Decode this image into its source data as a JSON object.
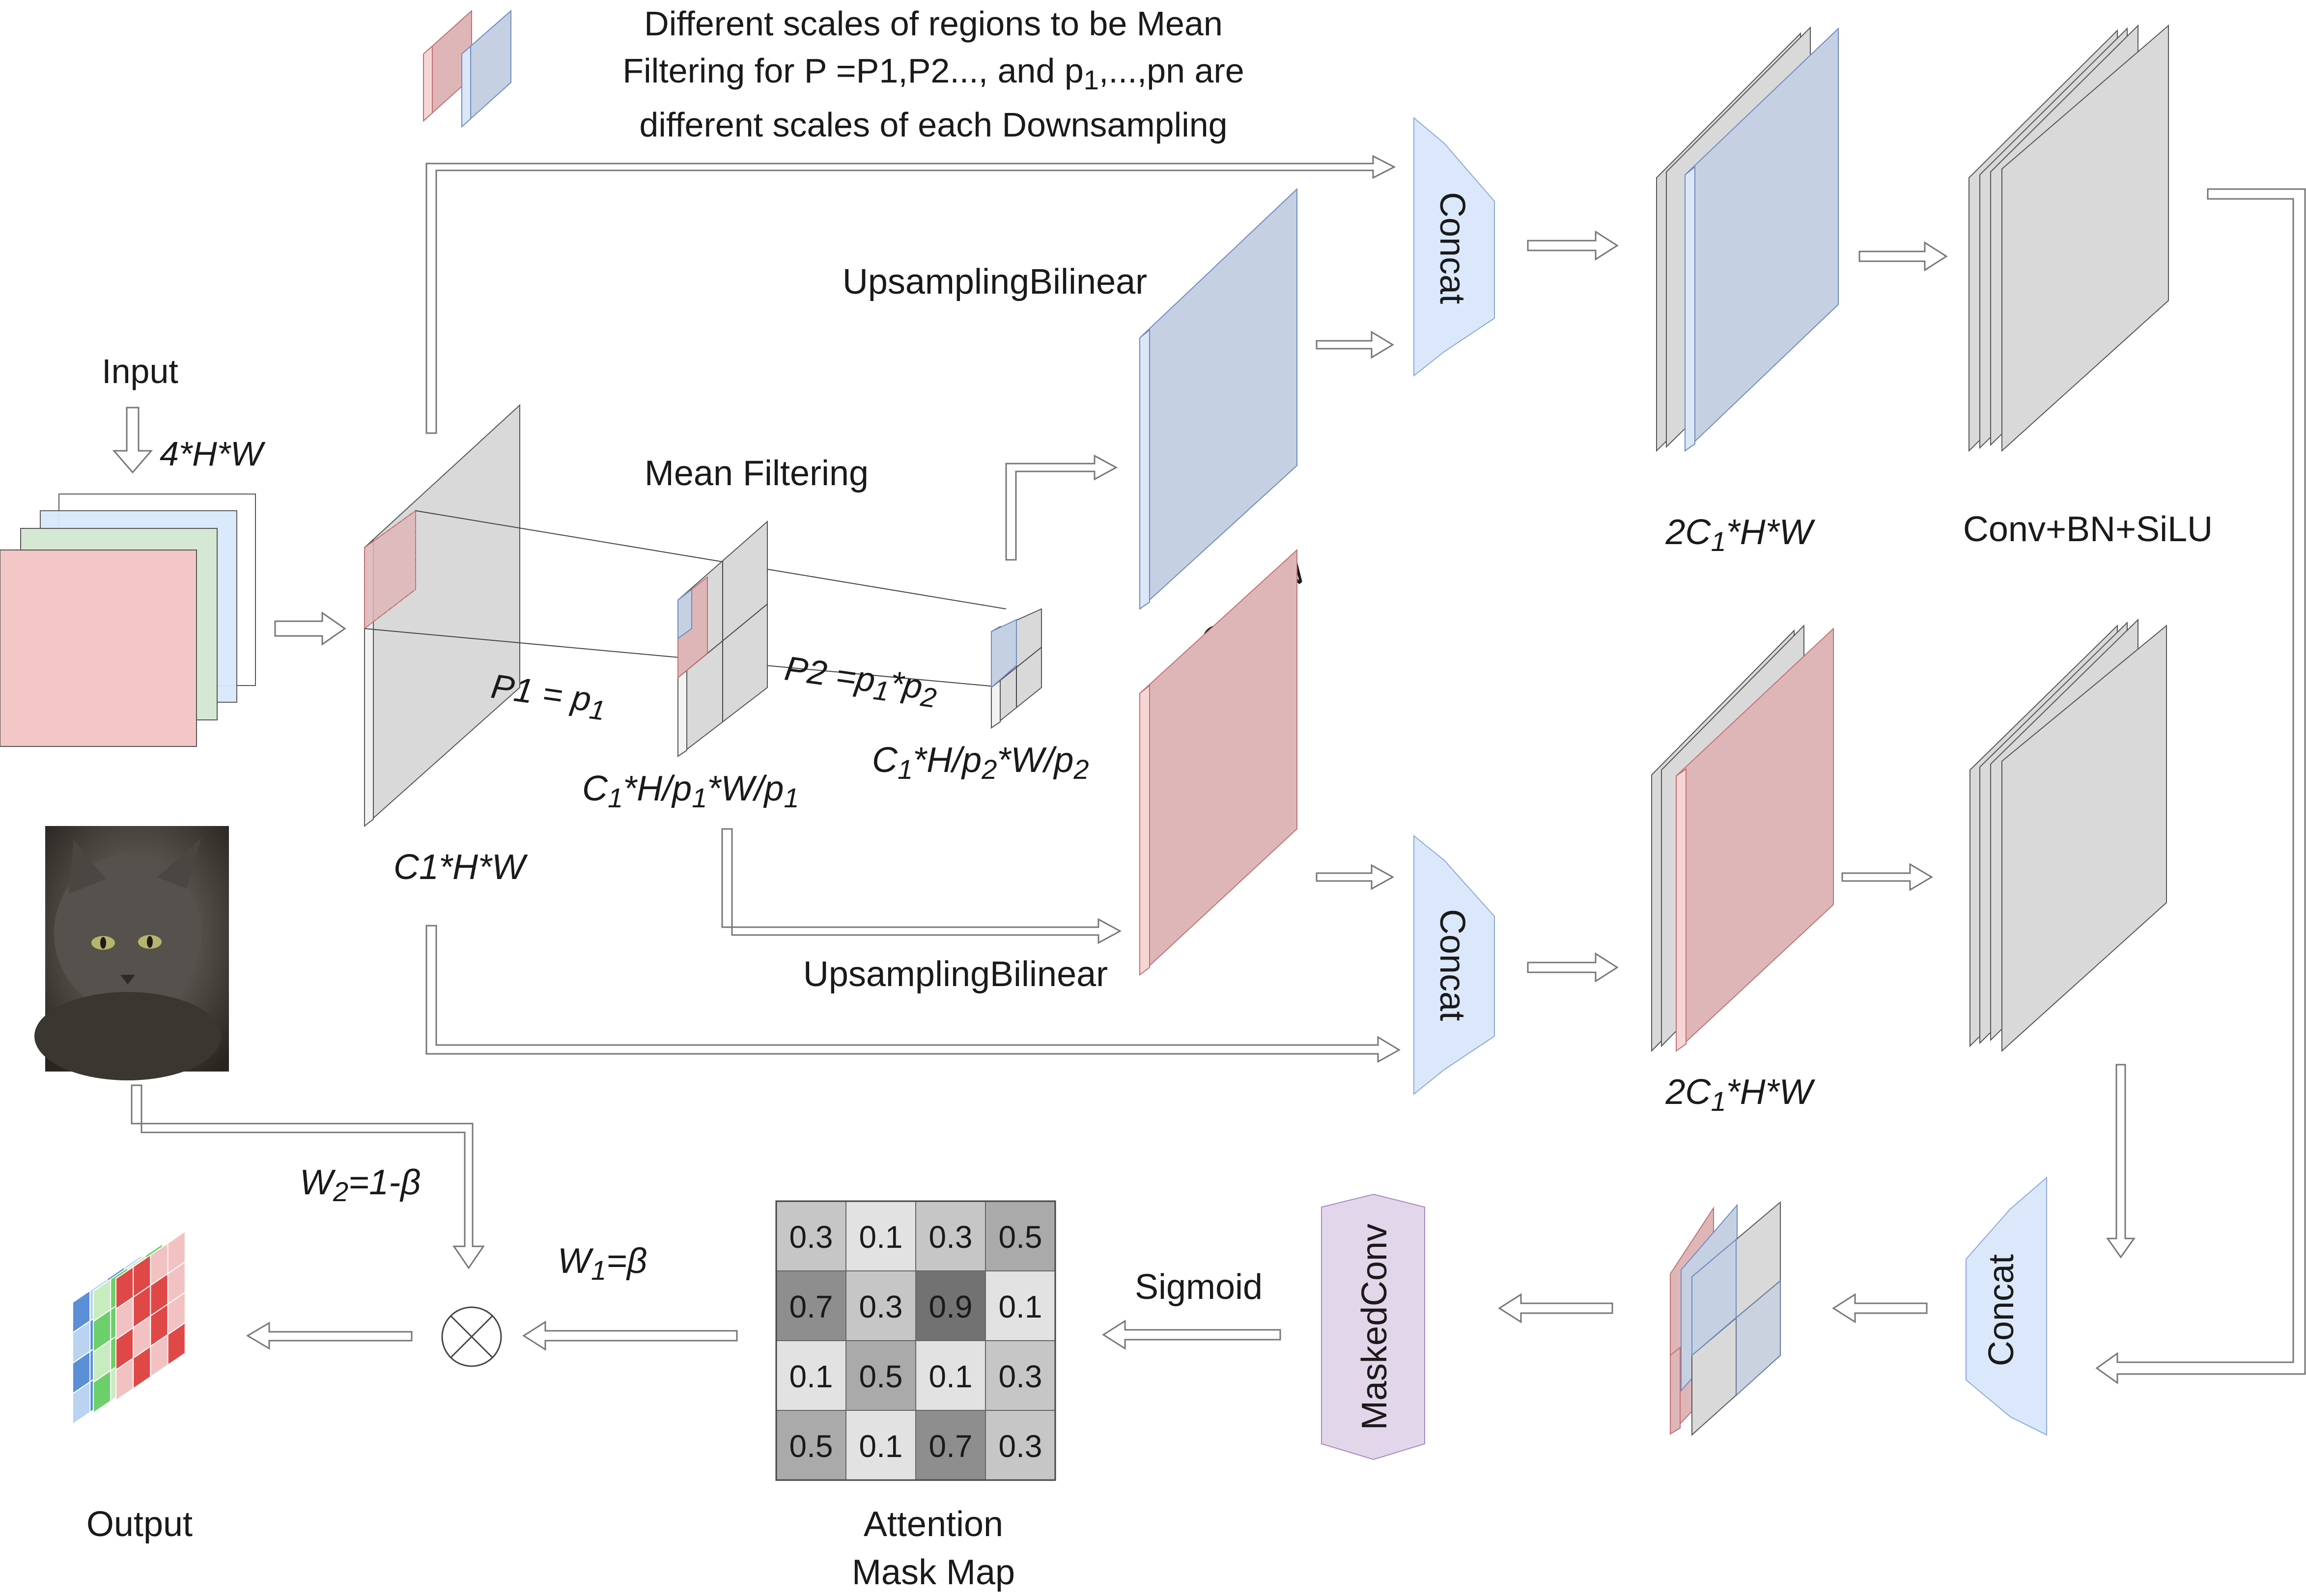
{
  "labels": {
    "legend_line1": "Different scales of regions to be Mean",
    "legend_line2": "Filtering for P =P1,P2..., and p",
    "legend_line2_sub": "1",
    "legend_line2_end": ",...,pn are",
    "legend_line3": "different scales of each Downsampling",
    "input": "Input",
    "input_dims": "4*H*W",
    "mean_filtering": "Mean Filtering",
    "upsampling_top": "UpsamplingBilinear",
    "upsampling_bottom": "UpsamplingBilinear",
    "p1_eq": "P1 = p",
    "p1_sub": "1",
    "p2_eq": "P2 =p",
    "p2_sub1": "1",
    "p2_mid": "*p",
    "p2_sub2": "2",
    "c1hw": "C1*H*W",
    "dim_mid_a": "C",
    "dim_mid_b": "1",
    "dim_mid_c": "*H/p",
    "dim_mid_d": "1",
    "dim_mid_e": "*W/p",
    "dim_mid_f": "1",
    "dim_small_a": "C",
    "dim_small_b": "1",
    "dim_small_c": "*H/p",
    "dim_small_d": "2",
    "dim_small_e": "*W/p",
    "dim_small_f": "2",
    "dim_rot_a": "C",
    "dim_rot_b": "1",
    "dim_rot_c": "*H*W",
    "concat": "Concat",
    "two_c1_a": "2C",
    "two_c1_b": "1",
    "two_c1_c": "*H*W",
    "conv_bn_silu": "Conv+BN+SiLU",
    "masked_conv": "MaskedConv",
    "sigmoid": "Sigmoid",
    "attention_line1": "Attention",
    "attention_line2": "Mask Map",
    "w1_a": "W",
    "w1_b": "1",
    "w1_c": "=β",
    "w2_a": "W",
    "w2_b": "2",
    "w2_c": "=1-β",
    "output": "Output"
  },
  "attention_mask": [
    [
      0.3,
      0.1,
      0.3,
      0.5
    ],
    [
      0.7,
      0.3,
      0.9,
      0.1
    ],
    [
      0.1,
      0.5,
      0.1,
      0.3
    ],
    [
      0.5,
      0.1,
      0.7,
      0.3
    ]
  ],
  "colors": {
    "blue_feature": "#c5d0e3",
    "red_feature": "#dfb6b8",
    "gray_feature": "#d9d9d9",
    "concat_fill": "#dbe8fb",
    "masked_conv_fill": "#e2d6ea",
    "input_red": "#f4c7c7",
    "input_green": "#d5e8d4",
    "input_blue": "#dae8fc"
  }
}
